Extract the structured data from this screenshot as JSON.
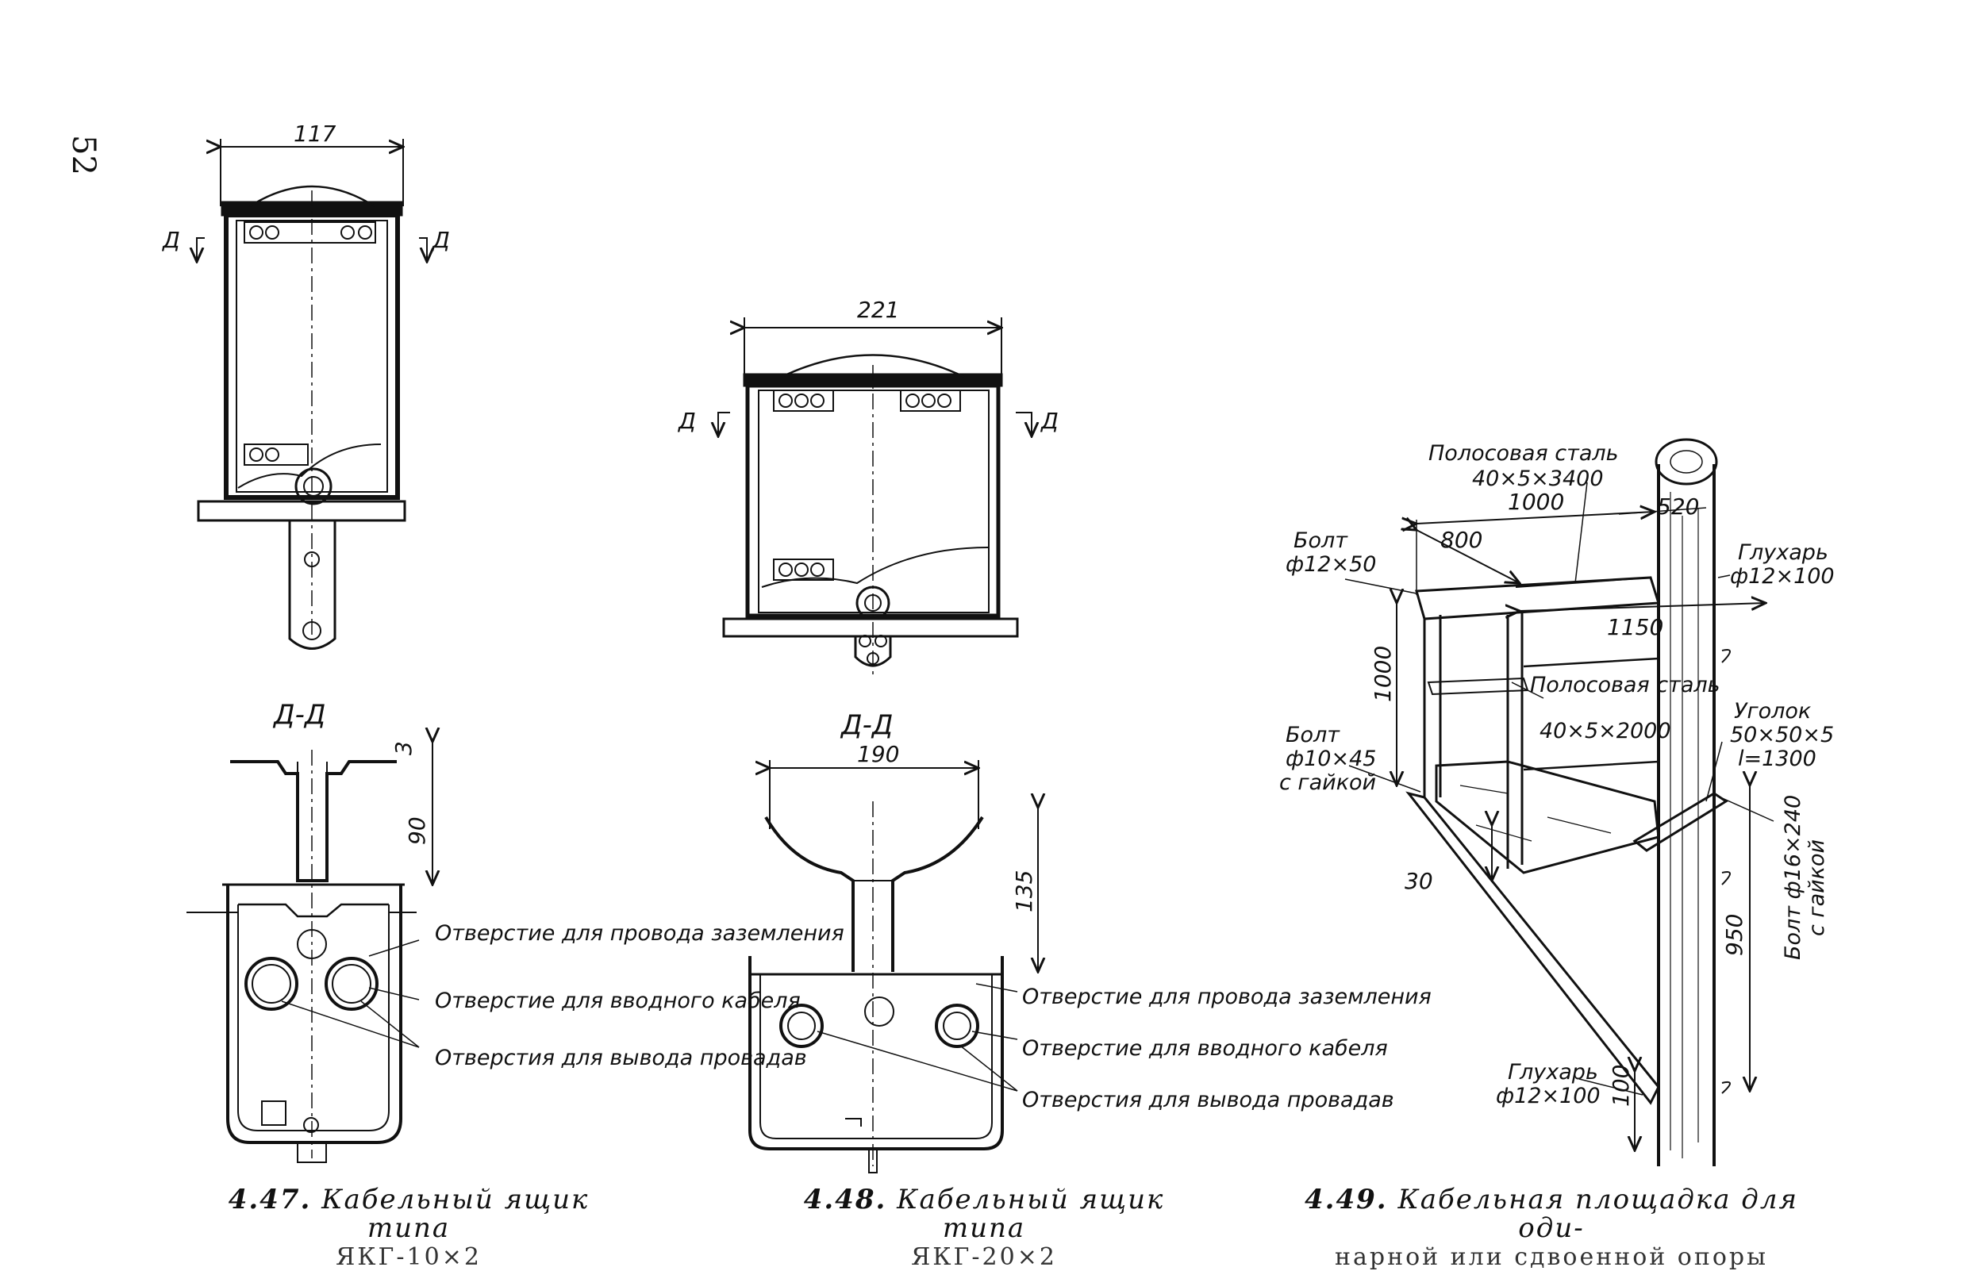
{
  "page_number": "52",
  "fig47": {
    "width_dim": "117",
    "section_mark": "Д",
    "section_title": "Д-Д",
    "dim_top": "3",
    "dim_height": "90",
    "callout_ground": "Отверстие для провода заземления",
    "callout_input": "Отверстие для вводного кабеля",
    "callout_output": "Отверстия для вывода провадав",
    "caption_num": "4.47.",
    "caption_text": "Кабельный ящик типа",
    "caption_sub": "ЯКГ-10×2"
  },
  "fig48": {
    "width_dim": "221",
    "section_mark": "Д",
    "section_title": "Д-Д",
    "section_width": "190",
    "dim_height": "135",
    "callout_ground": "Отверстие для провода заземления",
    "callout_input": "Отверстие для вводного кабеля",
    "callout_output": "Отверстия для вывода провадав",
    "caption_num": "4.48.",
    "caption_text": "Кабельный ящик типа",
    "caption_sub": "ЯКГ-20×2"
  },
  "fig49": {
    "strip_steel_top": "Полосовая сталь",
    "strip_steel_top_size": "40×5×3400",
    "dim_1000_top": "1000",
    "dim_520": "520",
    "bolt_top": "Болт",
    "bolt_top_size": "ф12×50",
    "dim_800": "800",
    "lag_top": "Глухарь",
    "lag_top_size": "ф12×100",
    "dim_1150": "1150",
    "dim_1000_side": "1000",
    "strip_steel_mid": "Полосовая сталь",
    "strip_steel_mid_size": "40×5×2000",
    "angle": "Уголок",
    "angle_size": "50×50×5",
    "angle_len": "l=1300",
    "bolt_mid": "Болт",
    "bolt_mid_size": "ф10×45",
    "bolt_mid_nut": "с гайкой",
    "bolt_right": "Болт ф16×240",
    "bolt_right_nut": "с гайкой",
    "dim_30": "30",
    "dim_950": "950",
    "lag_bottom": "Глухарь",
    "lag_bottom_size": "ф12×100",
    "dim_100": "100",
    "caption_num": "4.49.",
    "caption_text": "Кабельная площадка для оди-",
    "caption_sub": "нарной или сдвоенной опоры"
  }
}
